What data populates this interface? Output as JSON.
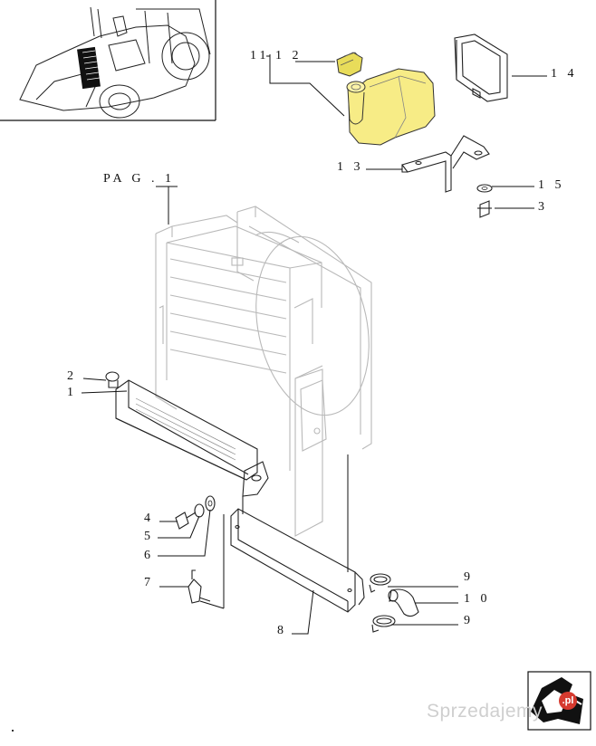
{
  "callouts": {
    "c1": "1",
    "c2": "2",
    "c3": "3",
    "c4": "4",
    "c5": "5",
    "c6": "6",
    "c7": "7",
    "c8": "8",
    "c9a": "9",
    "c9b": "9",
    "c10": "1 0",
    "c11": "11",
    "c12": "1 2",
    "c13": "1 3",
    "c14": "1 4",
    "c15": "1 5",
    "pag": "PA G .   1"
  },
  "watermark": {
    "text": "Sprzedajemy",
    "badge": ".pl"
  },
  "colors": {
    "line": "#111111",
    "ghost": "#b9b9b9",
    "highlight": "#f7ec86"
  }
}
